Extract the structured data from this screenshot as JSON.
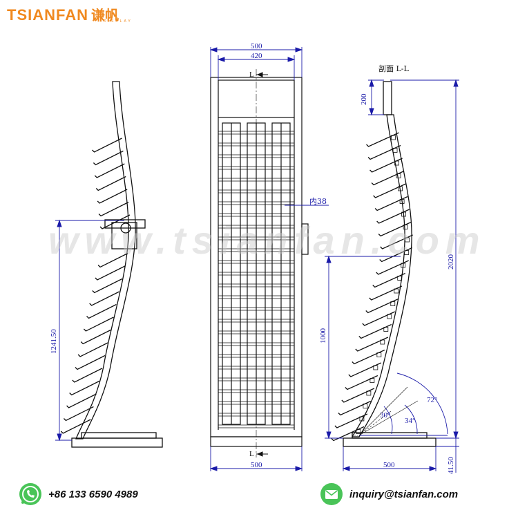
{
  "brand": {
    "name": "TSIANFAN",
    "cn": "谦帆",
    "sub": "DISPLAY"
  },
  "watermark": "www.tsianfan.com",
  "front": {
    "width_outer": "500",
    "width_inner": "420",
    "inner_tube": "内38",
    "base_width": "500",
    "section_top": "L",
    "section_bottom": "L"
  },
  "side_left": {
    "height": "1241.50"
  },
  "side_right": {
    "title": "剖面 L-L",
    "top_block": "200",
    "lower_height": "1000",
    "total_height": "2020",
    "base_width": "500",
    "base_height": "41.50",
    "angle_large": "72°",
    "angle_mid": "34°",
    "angle_small": "30°"
  },
  "contact": {
    "phone": "+86 133 6590 4989",
    "email": "inquiry@tsianfan.com"
  },
  "colors": {
    "brand": "#f0891f",
    "whatsapp": "#49c458",
    "dimension": "#1a1aa8",
    "drawing": "#111111"
  }
}
